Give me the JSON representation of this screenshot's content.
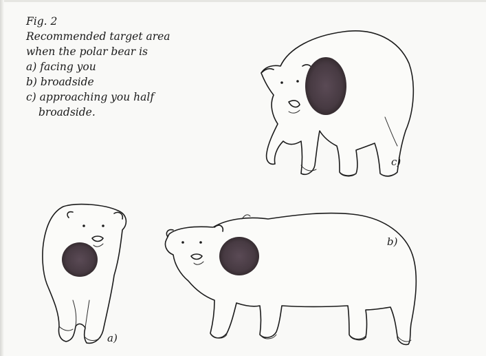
{
  "caption": {
    "title": "Fig. 2",
    "line1": "Recommended target area",
    "line2": "when the polar bear is",
    "item_a": "a)  facing you",
    "item_b": "b)  broadside",
    "item_c": "c)  approaching you half",
    "item_c_cont": "broadside."
  },
  "labels": {
    "a": "a)",
    "b": "b)",
    "c": "c)"
  },
  "colors": {
    "target": "#4a3a42",
    "ink": "#1b1b1b",
    "paper": "#f9f9f7"
  }
}
